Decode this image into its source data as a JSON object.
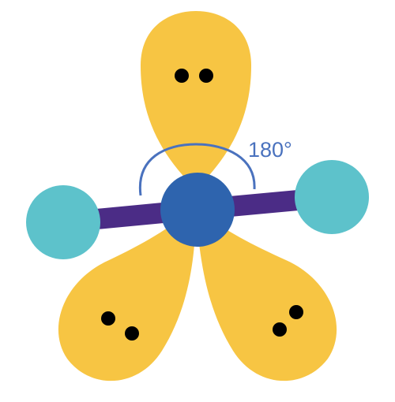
{
  "diagram": {
    "angle_label": "180°",
    "colors": {
      "lone_pair_lobe": "#F7C543",
      "electron": "#000000",
      "central_atom": "#2E64AE",
      "bonded_atom": "#5DC2CB",
      "bond": "#4B2C86",
      "angle_arc": "#4A72BE",
      "background": "#FFFFFF"
    },
    "lone_pairs": [
      {
        "name": "top",
        "electrons": 2
      },
      {
        "name": "bottom-left",
        "electrons": 2
      },
      {
        "name": "bottom-right",
        "electrons": 2
      }
    ],
    "bonded_atoms": [
      {
        "name": "left"
      },
      {
        "name": "right"
      }
    ],
    "central_atom": {
      "name": "center"
    }
  }
}
